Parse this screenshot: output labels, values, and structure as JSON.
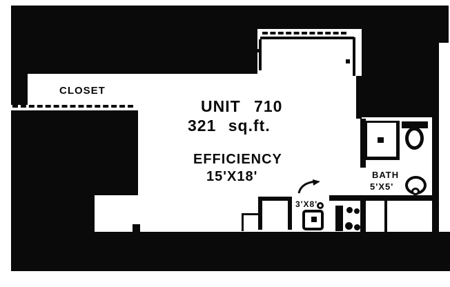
{
  "page": {
    "paper_color": "#ffffff",
    "ink_color": "#0a0a0a"
  },
  "plan": {
    "unit_title": "UNIT 710",
    "unit_area": "321 sq.ft.",
    "room_type": "EFFICIENCY",
    "room_dims": "15'X18'",
    "closet_label": "CLOSET",
    "bath_label": "BATH",
    "bath_dims": "5'X5'",
    "kitchen_dims": "3'X8'"
  }
}
